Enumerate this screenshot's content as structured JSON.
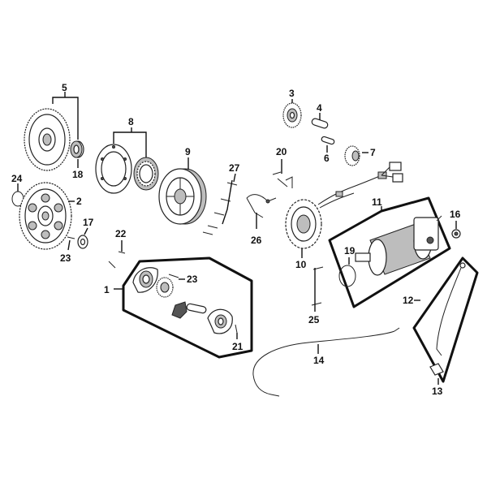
{
  "colors": {
    "line": "#111111",
    "part_fill": "#ffffff",
    "shade": "#bdbdbd",
    "dark": "#555555"
  },
  "callouts": {
    "c1": "1",
    "c2": "2",
    "c3": "3",
    "c4": "4",
    "c5": "5",
    "c6": "6",
    "c7": "7",
    "c8": "8",
    "c9": "9",
    "c10": "10",
    "c11": "11",
    "c12": "12",
    "c13": "13",
    "c14": "14",
    "c17": "17",
    "c18": "18",
    "c19": "19",
    "c20": "20",
    "c21": "21",
    "c22": "22",
    "c23a": "23",
    "c23b": "23",
    "c24": "24",
    "c25": "25",
    "c26": "26",
    "c27": "27",
    "c16": "16"
  }
}
